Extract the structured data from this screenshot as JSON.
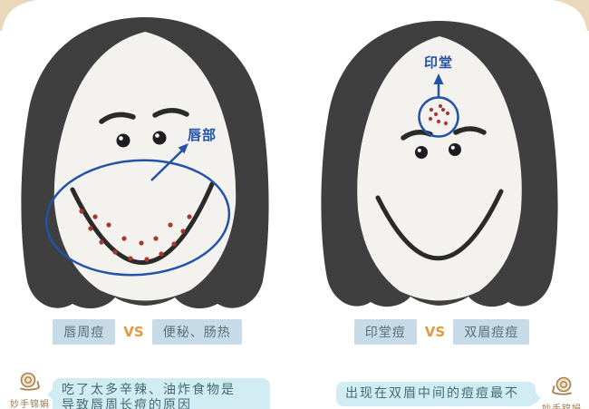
{
  "panels": [
    {
      "annotation_label": "唇部",
      "caption_left": "唇周痘",
      "caption_vs": "VS",
      "caption_right": "便秘、肠热",
      "bubble_line1": "吃了太多辛辣、油炸食物是",
      "bubble_line2": "导致唇周长痘的原因",
      "logo_text": "妙手锦娟"
    },
    {
      "annotation_label": "印堂",
      "caption_left": "印堂痘",
      "caption_vs": "VS",
      "caption_right": "双眉痘痘",
      "bubble_line1": "出现在双眉中间的痘痘最不",
      "bubble_line2": "",
      "logo_text": "妙手锦娟"
    }
  ],
  "colors": {
    "hair": "#3f3f3f",
    "skin": "#f4f2ef",
    "annotation_blue": "#2353a6",
    "acne_red": "#a8382f",
    "caption_box_bg": "#c7dbe7",
    "caption_text": "#51707e",
    "vs_orange": "#e39a3b",
    "bubble_bg": "#d2ecf4",
    "bubble_text": "#406b74",
    "logo_brown": "#9b7b52",
    "corner_tan": "#e9d8ba"
  }
}
